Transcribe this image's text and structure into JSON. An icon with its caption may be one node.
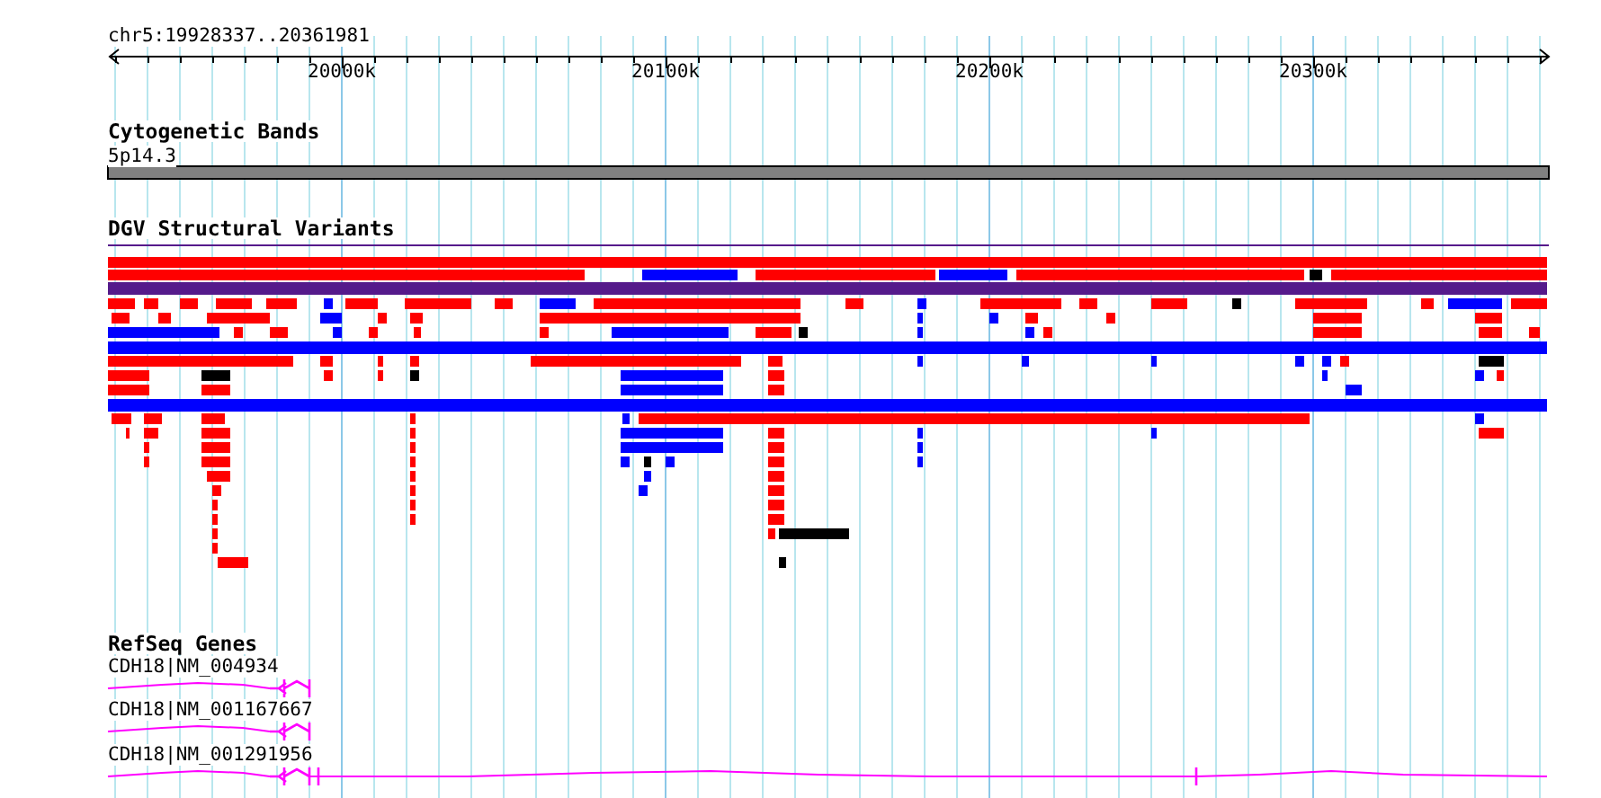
{
  "diagram": {
    "labels": [
      "chr5:19928337..20361981",
      "20000k",
      "20100k",
      "20200k",
      "20300k",
      "Cytogenetic Bands",
      "5p14.3",
      "DGV Structural Variants",
      "RefSeq Genes",
      "CDH18|NM_004934",
      "CDH18|NM_001167667",
      "CDH18|NM_001291956"
    ]
  }
}
